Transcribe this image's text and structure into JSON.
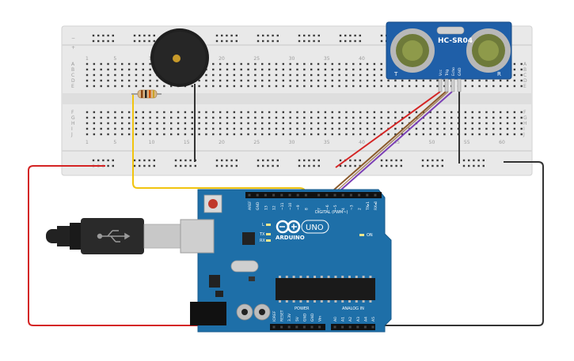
{
  "breadboard": {
    "column_numbers": [
      "1",
      "5",
      "10",
      "15",
      "20",
      "25",
      "30",
      "35",
      "40",
      "45",
      "50",
      "55",
      "60"
    ],
    "row_letters_top": [
      "A",
      "B",
      "C",
      "D",
      "E"
    ],
    "row_letters_bottom": [
      "F",
      "G",
      "H",
      "I",
      "J"
    ],
    "rail_minus": "−",
    "rail_plus": "+"
  },
  "sensor": {
    "model": "HC-SR04",
    "left_mark": "T",
    "right_mark": "R",
    "pins": [
      "Vcc",
      "Trig",
      "Echo",
      "GND"
    ]
  },
  "arduino": {
    "logo_word": "ARDUINO",
    "model_word": "UNO",
    "digital_label": "DIGITAL (PWM~)",
    "power_label": "POWER",
    "analog_label": "ANALOG IN",
    "led_on": "ON",
    "led_l": "L",
    "led_tx": "TX",
    "led_rx": "RX",
    "top_pins": [
      "AREF",
      "GND",
      "13",
      "12",
      "~11",
      "~10",
      "~9",
      "8",
      "7",
      "~6",
      "~5",
      "4",
      "~3",
      "2",
      "TX▸1",
      "RX◂0"
    ],
    "power_pins": [
      "IOREF",
      "RESET",
      "3.3V",
      "5V",
      "GND",
      "GND",
      "Vin"
    ],
    "analog_pins": [
      "A0",
      "A1",
      "A2",
      "A3",
      "A4",
      "A5"
    ]
  },
  "colors": {
    "breadboard": "#e9e9e9",
    "board": "#1e6fa8",
    "wire_red": "#d42424",
    "wire_yellow": "#f1c40f",
    "wire_black": "#333333",
    "wire_brown": "#8b5a2b",
    "wire_purple": "#7b3fb5",
    "sensor_board": "#1f5fa8"
  }
}
